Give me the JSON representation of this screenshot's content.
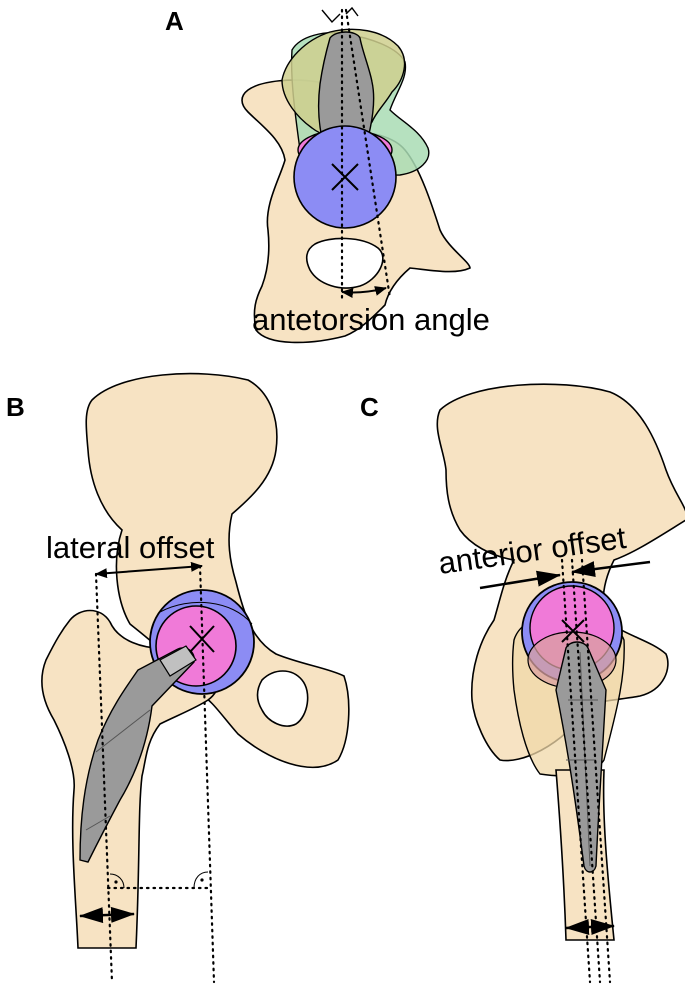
{
  "panels": {
    "a": {
      "letter": "A",
      "annotation": "antetorsion angle"
    },
    "b": {
      "letter": "B",
      "annotation": "lateral offset"
    },
    "c": {
      "letter": "C",
      "annotation": "anterior offset"
    }
  },
  "colors": {
    "bone": "#f7e3c3",
    "cup": "#8c8cf4",
    "head": "#f07ad8",
    "stem": "#9a9a9a",
    "femur_overlay_green": "#a9dcb4",
    "femur_overlay_olive": "#cfcf8e",
    "liner_red": "#d9a0a0"
  }
}
